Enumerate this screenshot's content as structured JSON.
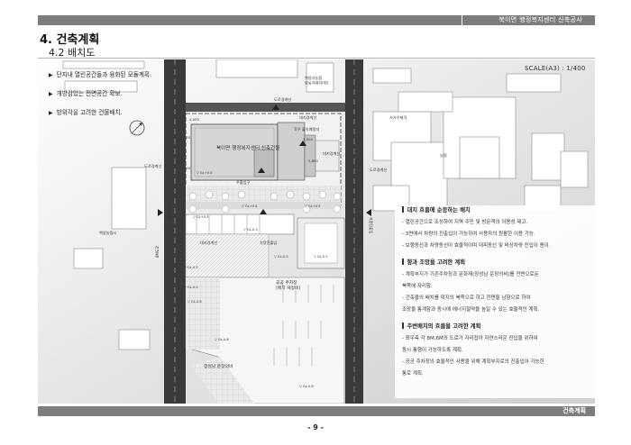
{
  "header": {
    "project_title": "북이면 행정복지센터 신축공사"
  },
  "section": {
    "title": "4. 건축계획",
    "subtitle": "4.2 배치도"
  },
  "bullets": [
    "단지내 열린공간들과 융화된 모듈계획.",
    "개방감있는 전면공간 확보.",
    "방위각을 고려한 건물배치."
  ],
  "scale": "SCALE(A3) : 1/400",
  "map_labels": {
    "main_building": "북이면 행정복지센터 신축건물",
    "north_building": "백양사농협\n양농저재저마트",
    "road_line_top": "도로경계선",
    "road_line_left": "도로경계선",
    "road_line_right": "도로경계선",
    "site_line_top": "대지경계선",
    "site_line_right": "대지경계선",
    "site_line_mid": "대지경계선",
    "rear_parking": "후우 출속예정지",
    "main_entrance": "주출입구",
    "car_entrance": "차량진출입",
    "car_access_left": "차량진출입",
    "car_access_right": "차량진출입",
    "public_parking": "공공 주차장\n(배치 재정비)",
    "pavilion": "장성남 운장의비",
    "west_building": "백양농협시",
    "road_8m": "8M도로",
    "bldg_ne": "사가우제격",
    "bldg_e": "농협",
    "dim_4000": "4,000",
    "dim_2000": "2,000",
    "dim_3000": "3,000",
    "dim_5800": "5,800",
    "dim_3600": "3,600",
    "lvl_1": "▽ GL+0.5",
    "lvl_2": "▽ GL+0.5",
    "lvl_3": "▽ GL+0.5",
    "lvl_4": "▽ GL+0.3",
    "lvl_5": "▽ GL-0.3",
    "lvl_6": "▽ GL-0.5",
    "lvl_7": "▽ GL-0.5",
    "lvl_8": "▽ GL-0.5",
    "lvl_9": "▽ GL-0.5",
    "lvl_10": "▽ GL-0.8",
    "lvl_11": "▽ GL-0.8",
    "lvl_12": "▽ GL-0.8"
  },
  "panel": {
    "groups": [
      {
        "head": "대지 흐름에 순응하는 배치",
        "items": [
          "- 열린공간으로 조성하여 지역 주민 및 방문객의 이용성 제고.",
          "- 3면에서 차량의 진출입이 가능하여 사용자의 원활한 이용 가능.",
          "- 보행동선과 차량동선이 효율적이며 대피동선 및 비상차량 진입이 용이."
        ]
      },
      {
        "head": "향과 조망을 고려한 계획",
        "items": [
          "- 계획부지가 기존주차장과 문화재(장성남 운장의비)를 전면으로둔",
          "북쪽에 자리함.",
          "- 건축물의 배치를 대지의 북쪽으로 하고 전면을 남향으로 하여",
          "조망을 통계함과 동시에 에너지절약을 높일 수 있는 효율적인 계획."
        ]
      },
      {
        "head": "주변배치의 흐름을 고려한 계획",
        "items": [
          "- 좌우측 각 8M,6M의 도로가 자리잡아 자연스러운 진입을 위하여",
          "동시 통행이 가능하도록 계획.",
          "- 공공 주차장의 효율적인 사용을 위해 계획부지로의 진출입이 가능한",
          "통로 계획."
        ]
      }
    ]
  },
  "footer": {
    "label": "건축계획",
    "page": "- 9 -"
  }
}
